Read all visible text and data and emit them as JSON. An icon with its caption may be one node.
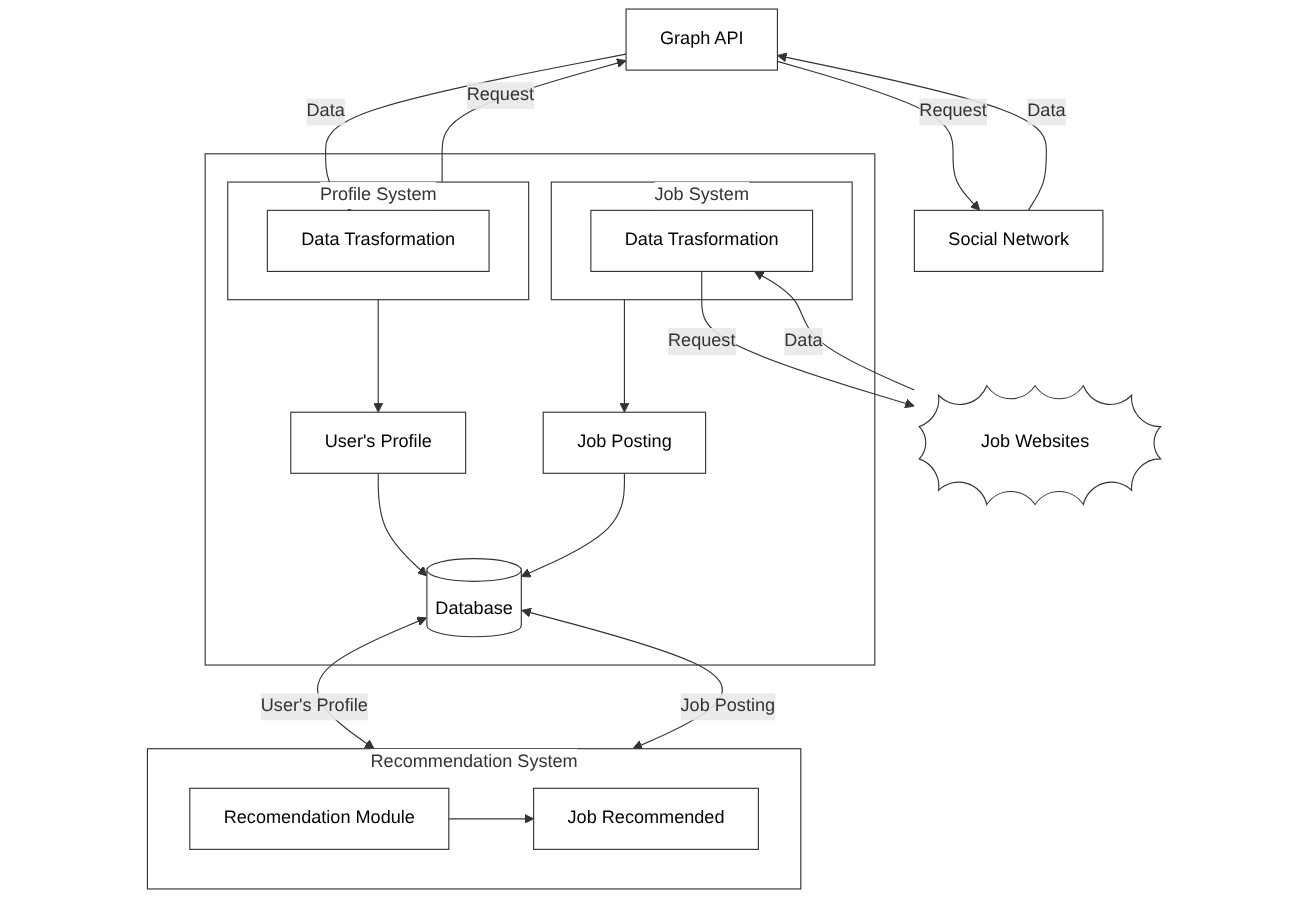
{
  "diagram": {
    "nodes": [
      {
        "text": [
          "Graph API"
        ]
      },
      {
        "text": [
          "Social Network"
        ]
      },
      {
        "text": [],
        "shape": "box"
      },
      {
        "text": [
          "Profile System"
        ],
        "in": 2
      },
      {
        "text": [
          "Data Trasformation"
        ],
        "in": 3
      },
      {
        "text": [
          "User's Profile"
        ],
        "in": 2
      },
      {
        "text": [
          "Job Posting"
        ],
        "in": 2
      },
      {
        "text": [
          "Job System"
        ],
        "in": 2
      },
      {
        "text": [
          "Data Trasformation"
        ],
        "in": 7
      },
      {
        "text": [
          "Database"
        ],
        "in": 2
      },
      {
        "text": [
          "Job Websites"
        ]
      },
      {
        "text": [
          "Recommendation System"
        ]
      },
      {
        "text": [
          "Recomendation Module"
        ],
        "in": 11
      },
      {
        "text": [
          "Job Recommended"
        ],
        "in": 11
      }
    ],
    "edges": [
      {
        "from": 3,
        "to": 0,
        "arrow": "to",
        "label": "Request"
      },
      {
        "from": 0,
        "to": 4,
        "arrow": "to",
        "label": "Data"
      },
      {
        "from": 0,
        "to": 1,
        "arrow": "to",
        "label": "Request"
      },
      {
        "from": 1,
        "to": 0,
        "arrow": "to",
        "label": "Data"
      },
      {
        "from": 3,
        "to": 5,
        "arrow": "to"
      },
      {
        "from": 7,
        "to": 6,
        "arrow": "to"
      },
      {
        "from": 5,
        "to": 9,
        "arrow": "to"
      },
      {
        "from": 6,
        "to": 9,
        "arrow": "to"
      },
      {
        "from": 8,
        "to": 10,
        "arrow": "to",
        "label": "Request"
      },
      {
        "from": 10,
        "to": 8,
        "arrow": "to",
        "label": "Data"
      },
      {
        "from": 9,
        "to": 11,
        "arrow": "both",
        "label": "User's Profile"
      },
      {
        "from": 9,
        "to": 11,
        "arrow": "both",
        "label": "Job Posting"
      },
      {
        "from": 12,
        "to": 13,
        "arrow": "to"
      }
    ]
  }
}
